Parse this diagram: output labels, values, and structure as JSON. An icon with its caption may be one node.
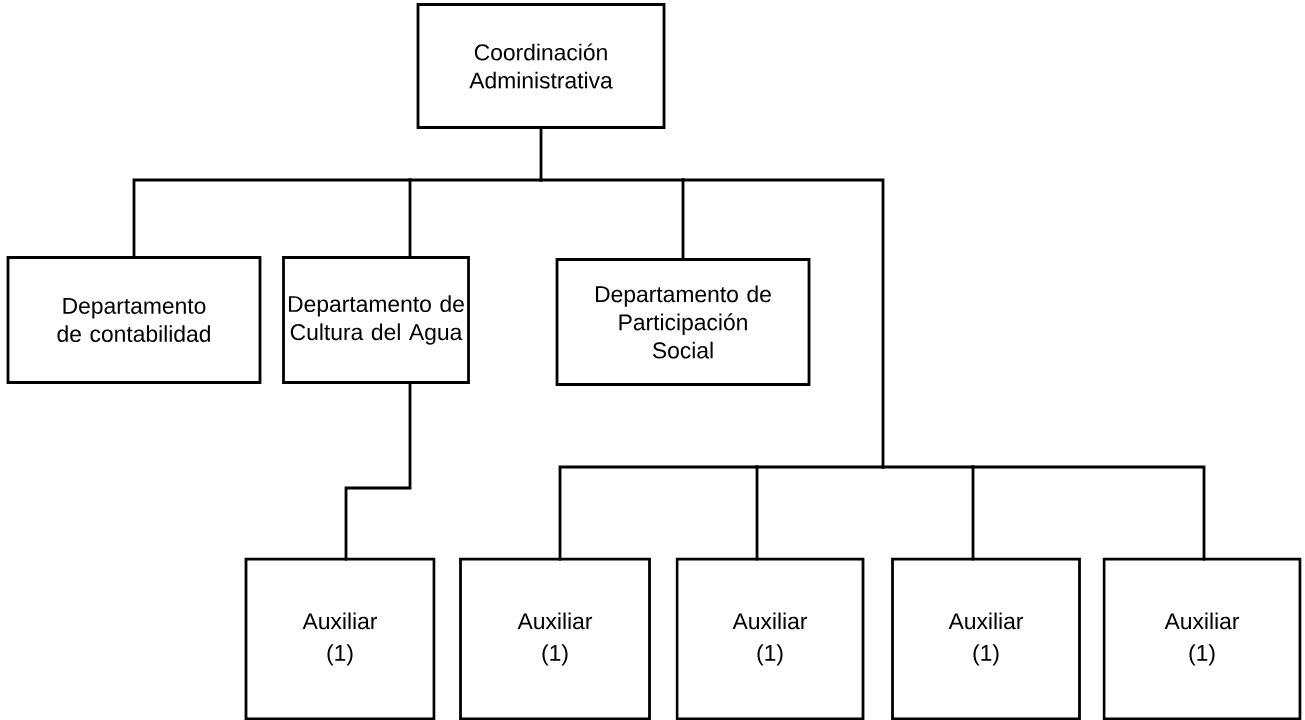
{
  "diagram": {
    "nodes": [
      {
        "text": [
          "Coordinación Administrativa"
        ]
      },
      {
        "text": [
          "Departamento de contabilidad"
        ]
      },
      {
        "text": [
          "Departamento de Cultura del Agua"
        ]
      },
      {
        "text": [
          "Departamento de Participación Social"
        ]
      },
      {
        "text": [
          "Auxiliar",
          "(1)"
        ]
      },
      {
        "text": [
          "Auxiliar",
          "(1)"
        ]
      },
      {
        "text": [
          "Auxiliar",
          "(1)"
        ]
      },
      {
        "text": [
          "Auxiliar",
          "(1)"
        ]
      },
      {
        "text": [
          "Auxiliar",
          "(1)"
        ]
      }
    ],
    "edges": [
      {
        "from": 0,
        "to": 1,
        "arrow": "none"
      },
      {
        "from": 0,
        "to": 2,
        "arrow": "none"
      },
      {
        "from": 0,
        "to": 3,
        "arrow": "none"
      },
      {
        "from": 2,
        "to": 4,
        "arrow": "none"
      },
      {
        "from": 0,
        "to": 5,
        "arrow": "none"
      },
      {
        "from": 0,
        "to": 6,
        "arrow": "none"
      },
      {
        "from": 0,
        "to": 7,
        "arrow": "none"
      },
      {
        "from": 0,
        "to": 8,
        "arrow": "none"
      }
    ]
  }
}
